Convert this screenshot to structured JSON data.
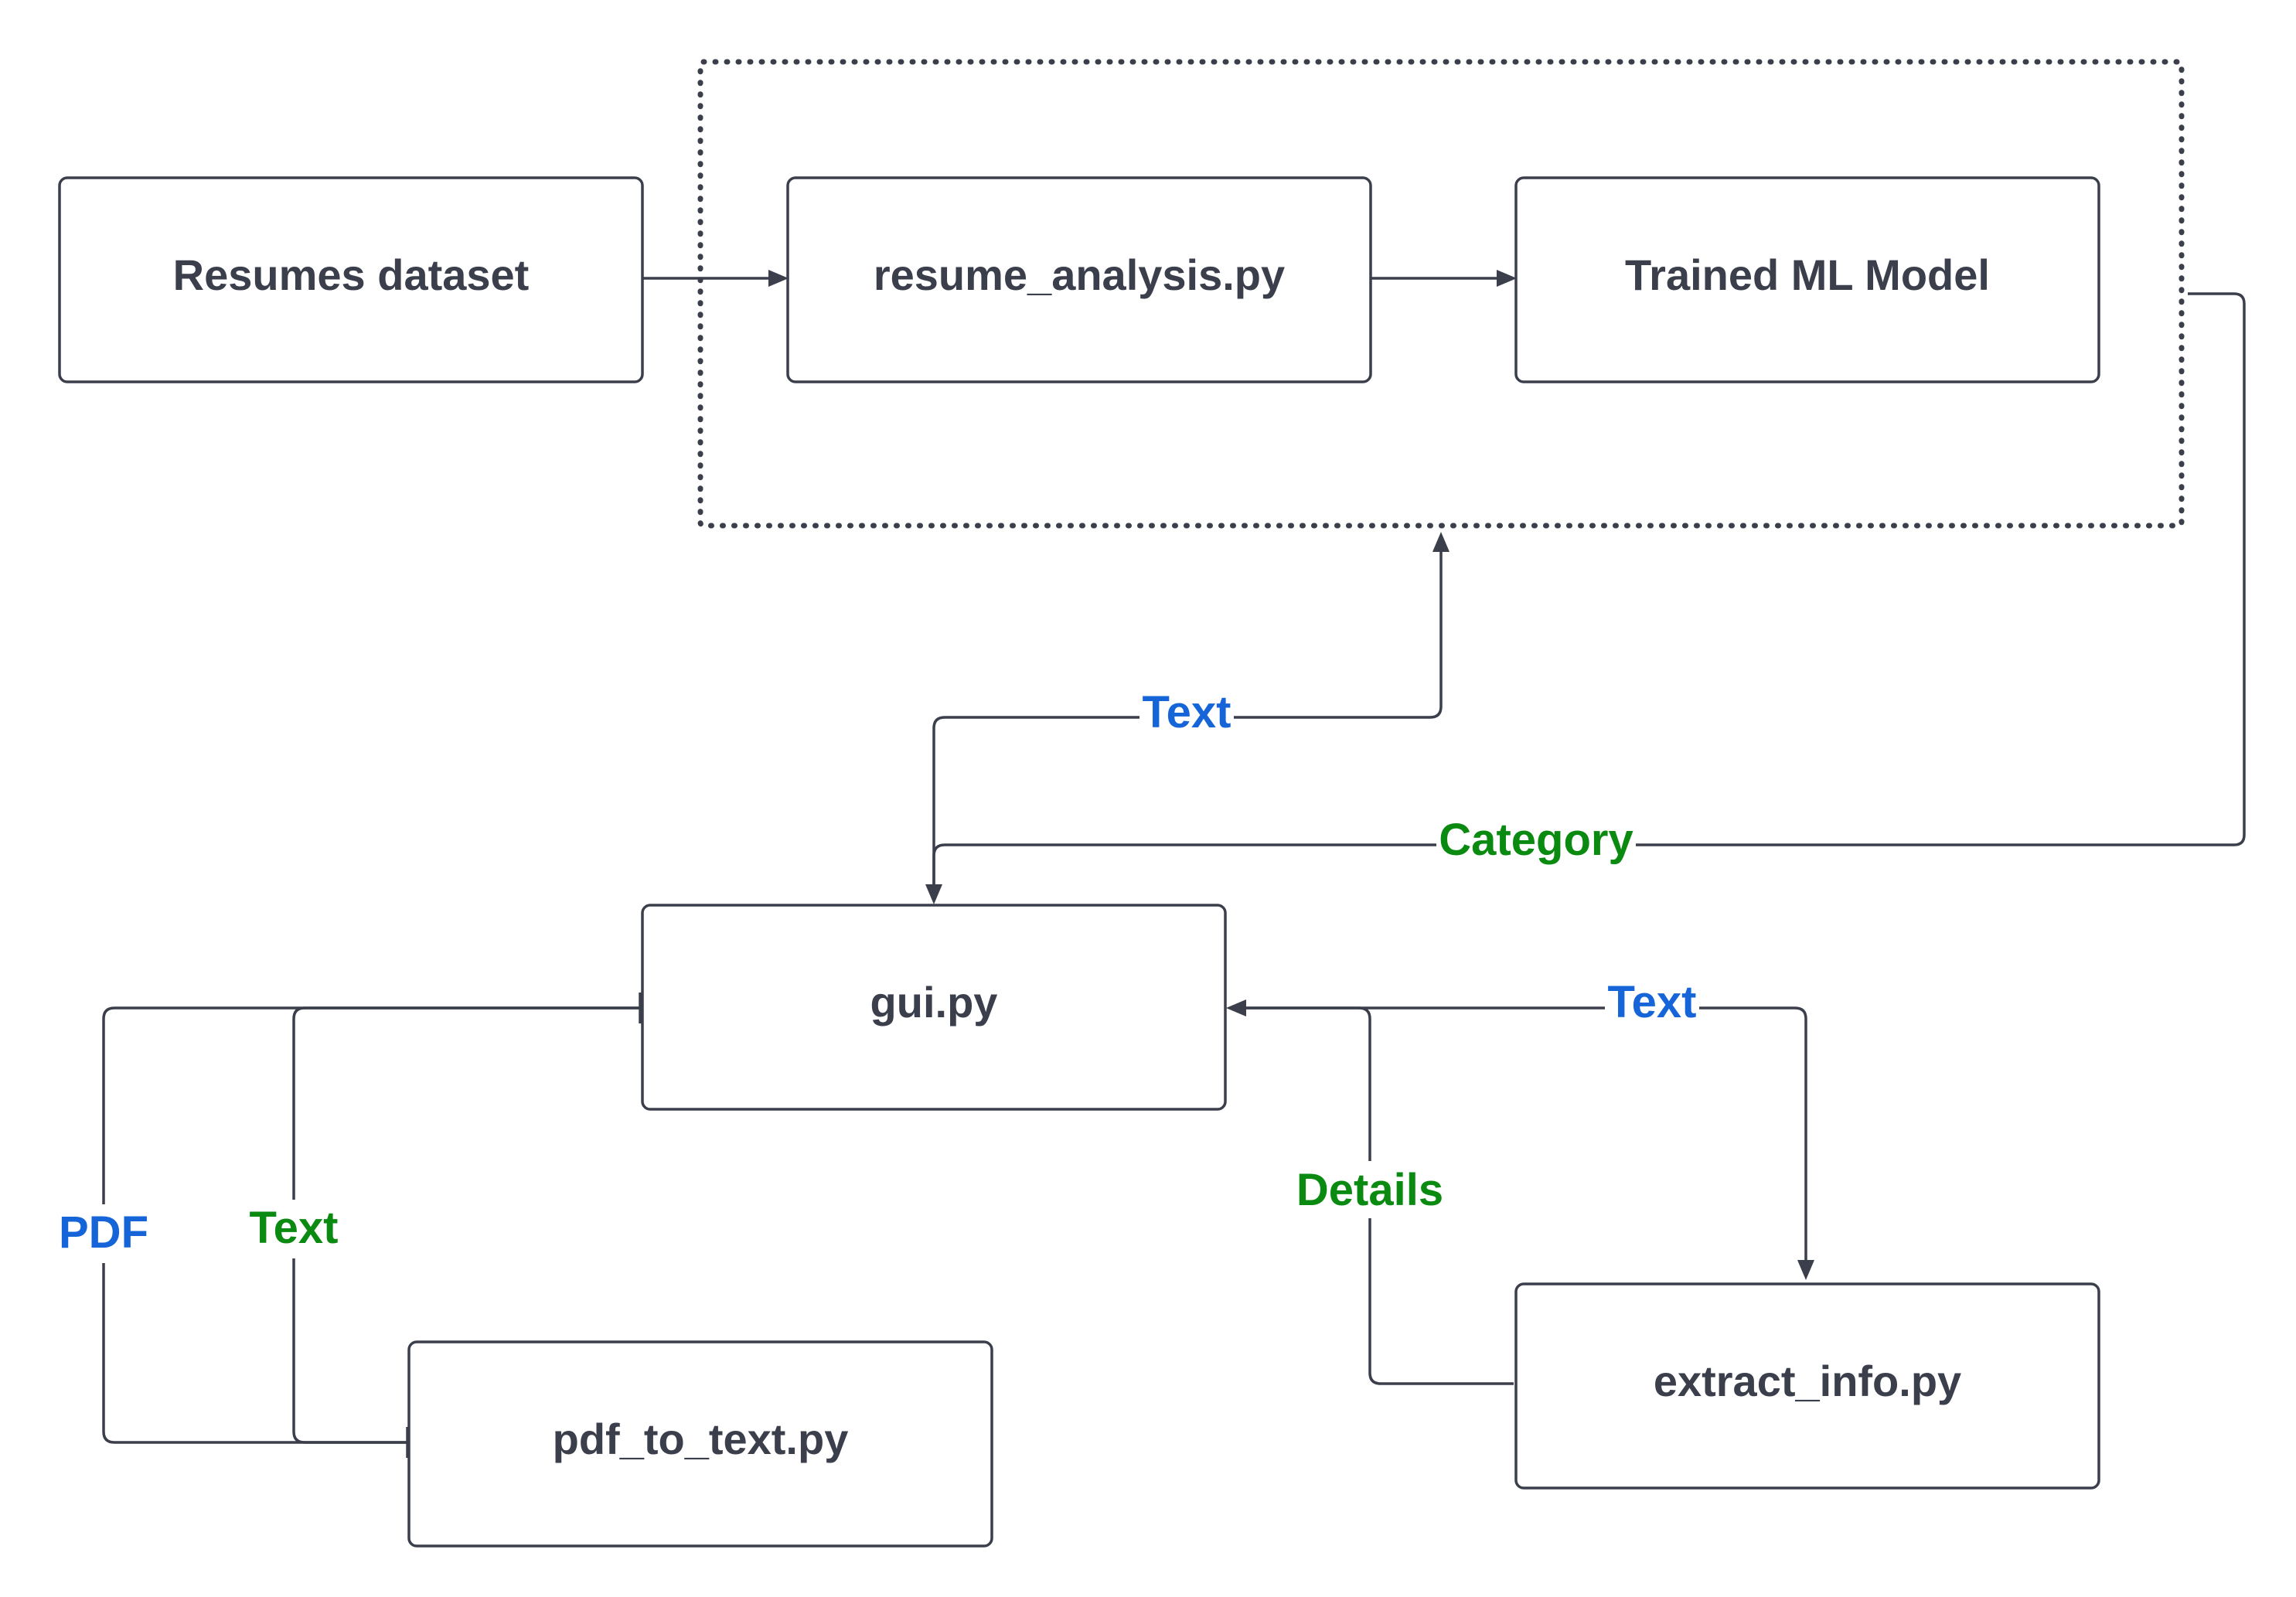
{
  "colors": {
    "node_stroke": "#3a3f4b",
    "node_text": "#3a3f4b",
    "label_blue": "#1565d8",
    "label_green": "#0a8a10"
  },
  "nodes": {
    "resumes_dataset": "Resumes dataset",
    "resume_analysis": "resume_analysis.py",
    "trained_model": "Trained ML Model",
    "gui": "gui.py",
    "pdf_to_text": "pdf_to_text.py",
    "extract_info": "extract_info.py"
  },
  "edge_labels": {
    "text_to_model": "Text",
    "category": "Category",
    "text_to_extract": "Text",
    "details": "Details",
    "pdf": "PDF",
    "text_from_pdf": "Text"
  }
}
